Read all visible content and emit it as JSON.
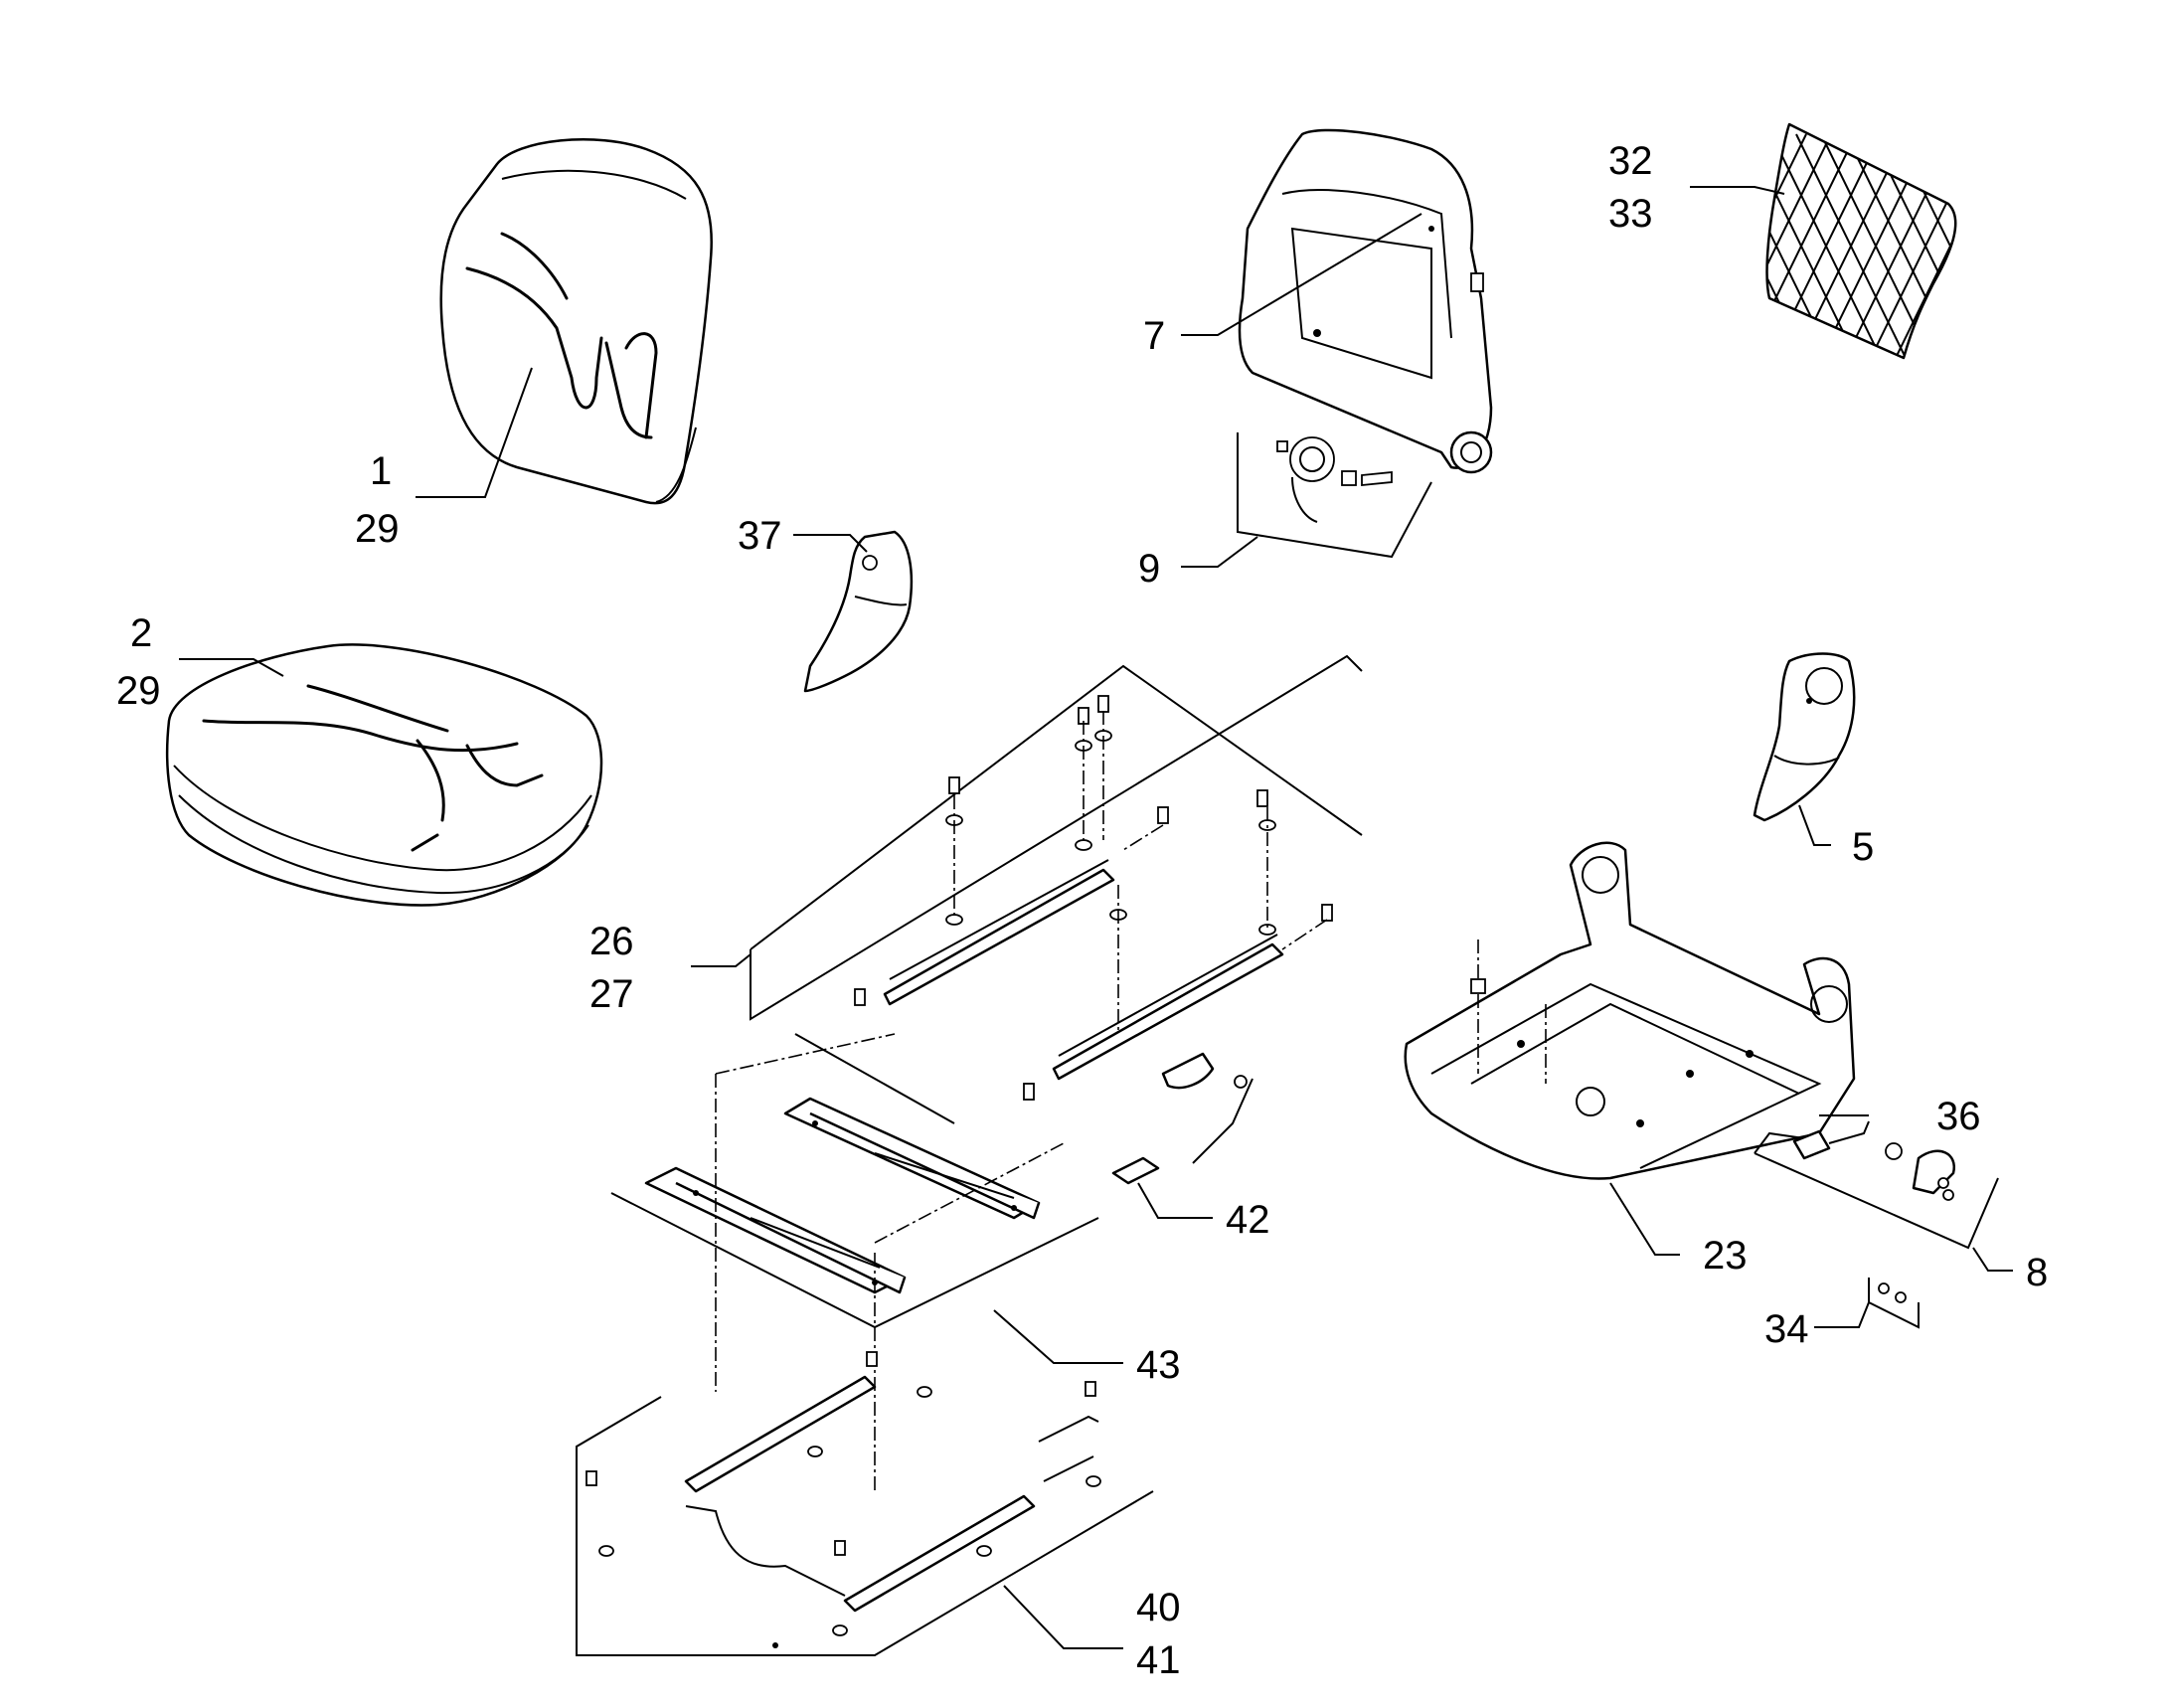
{
  "callouts": {
    "c1": "1",
    "c29a": "29",
    "c2": "2",
    "c29b": "29",
    "c37": "37",
    "c7": "7",
    "c9": "9",
    "c32": "32",
    "c33": "33",
    "c5": "5",
    "c26": "26",
    "c27": "27",
    "c36": "36",
    "c23": "23",
    "c8": "8",
    "c42": "42",
    "c34": "34",
    "c43": "43",
    "c40": "40",
    "c41": "41"
  }
}
